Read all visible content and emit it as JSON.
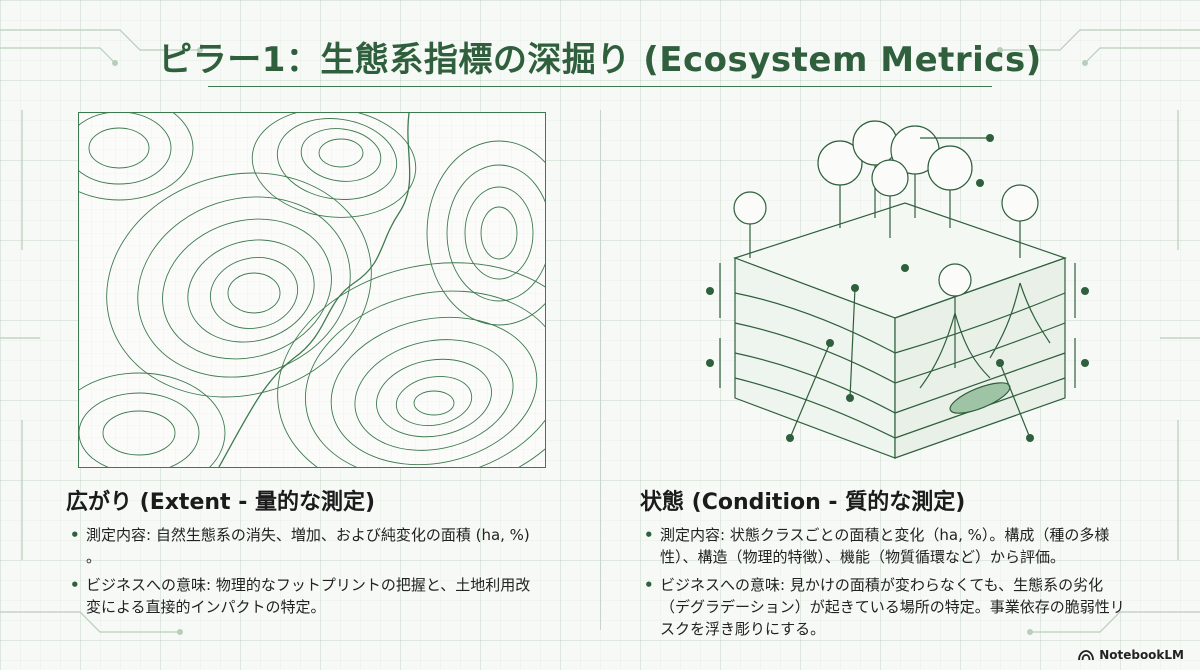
{
  "title": "ピラー1：生態系指標の深掘り (Ecosystem Metrics)",
  "extent": {
    "heading": "広がり (Extent - 量的な測定)",
    "bullets": [
      "測定内容: 自然生態系の消失、増加、および純変化の面積 (ha, %) 。",
      "ビジネスへの意味: 物理的なフットプリントの把握と、土地利用改変による直接的インパクトの特定。"
    ]
  },
  "condition": {
    "heading": "状態 (Condition - 質的な測定)",
    "bullets": [
      "測定内容: 状態クラスごとの面積と変化（ha, %）。構成（種の多様性）、構造（物理的特徴）、機能（物質循環など）から評価。",
      "ビジネスへの意味: 見かけの面積が変わらなくても、生態系の劣化（デグラデーション）が起きている場所の特定。事業依存の脆弱性リスクを浮き彫りにする。"
    ]
  },
  "branding": {
    "label": "NotebookLM"
  },
  "colors": {
    "accent": "#2f5f3c",
    "line": "#3e7a4f",
    "grid": "#dfe9df"
  }
}
